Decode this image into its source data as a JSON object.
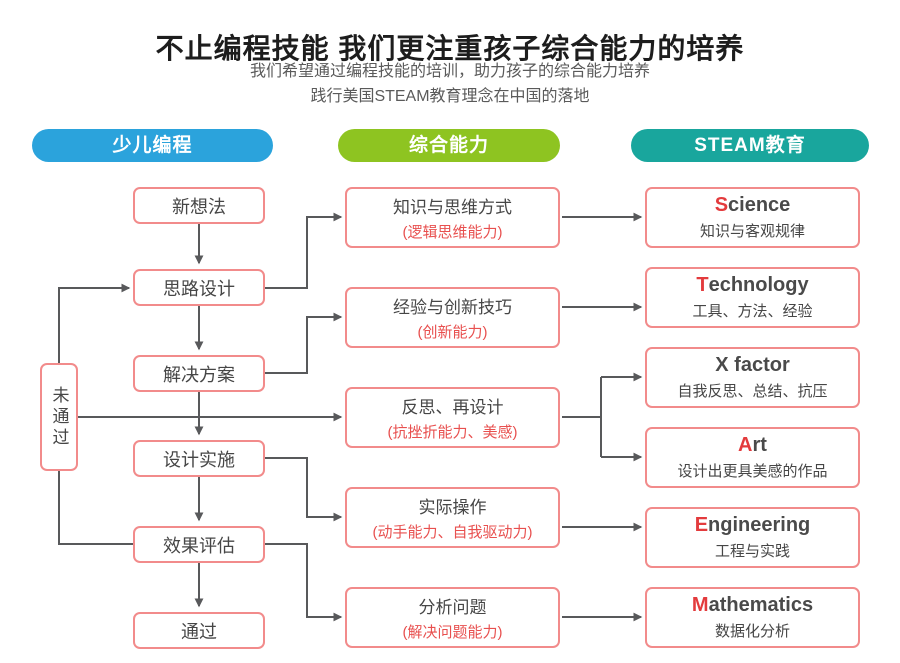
{
  "header": {
    "title": "不止编程技能 我们更注重孩子综合能力的培养",
    "subtitle_line1": "我们希望通过编程技能的培训，助力孩子的综合能力培养",
    "subtitle_line2": "践行美国STEAM教育理念在中国的落地"
  },
  "column_headers": [
    {
      "label": "少儿编程",
      "color": "#2ba3dc"
    },
    {
      "label": "综合能力",
      "color": "#8ec421"
    },
    {
      "label": "STEAM教育",
      "color": "#19a69d"
    }
  ],
  "flow": {
    "steps": [
      "新想法",
      "思路设计",
      "解决方案",
      "设计实施",
      "效果评估",
      "通过"
    ],
    "fail_label": "未通过"
  },
  "abilities": [
    {
      "title": "知识与思维方式",
      "note": "(逻辑思维能力)"
    },
    {
      "title": "经验与创新技巧",
      "note": "(创新能力)"
    },
    {
      "title": "反思、再设计",
      "note": "(抗挫折能力、美感)"
    },
    {
      "title": "实际操作",
      "note": "(动手能力、自我驱动力)"
    },
    {
      "title": "分析问题",
      "note": "(解决问题能力)"
    }
  ],
  "steam_items": [
    {
      "initial": "S",
      "rest": "cience",
      "desc": "知识与客观规律"
    },
    {
      "initial": "T",
      "rest": "echnology",
      "desc": "工具、方法、经验"
    },
    {
      "initial": "",
      "rest": "X factor",
      "desc": "自我反思、总结、抗压"
    },
    {
      "initial": "A",
      "rest": "rt",
      "desc": "设计出更具美感的作品"
    },
    {
      "initial": "E",
      "rest": "ngineering",
      "desc": "工程与实践"
    },
    {
      "initial": "M",
      "rest": "athematics",
      "desc": "数据化分析"
    }
  ],
  "colors": {
    "box_border": "#f28b8b",
    "connector": "#58595b",
    "text_dark": "#464646",
    "text_red": "#e8504f",
    "initial_red": "#e33b3d",
    "pill_blue": "#2ba3dc",
    "pill_green": "#8ec421",
    "pill_teal": "#19a69d"
  }
}
